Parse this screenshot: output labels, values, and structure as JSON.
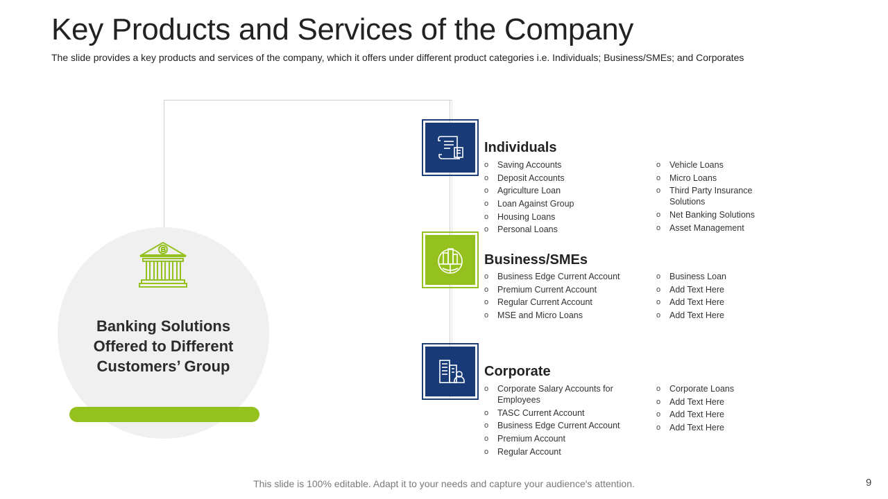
{
  "slide": {
    "title": "Key Products and Services of the Company",
    "subtitle": "The slide provides a key products and services of the company, which it offers under different product categories i.e. Individuals;  Business/SMEs; and Corporates",
    "center_label": "Banking Solutions Offered to Different Customers’ Group",
    "footer": "This slide is 100% editable. Adapt it to your needs and capture your audience's attention.",
    "page_number": "9"
  },
  "colors": {
    "navy": "#183a76",
    "green": "#95c11f",
    "circle_gray": "#f0f0f0"
  },
  "icons": {
    "center": "bank-bitcoin-icon",
    "individuals": "document-scroll-icon",
    "business": "globe-city-icon",
    "corporate": "office-building-person-icon"
  },
  "sections": [
    {
      "title": "Individuals",
      "left_items": [
        "Saving Accounts",
        "Deposit Accounts",
        "Agriculture Loan",
        "Loan Against Group",
        "Housing Loans",
        "Personal Loans"
      ],
      "right_items": [
        "Vehicle Loans",
        "Micro Loans",
        "Third Party Insurance Solutions",
        "Net Banking Solutions",
        "Asset Management"
      ]
    },
    {
      "title": "Business/SMEs",
      "left_items": [
        "Business Edge Current Account",
        "Premium Current Account",
        "Regular Current Account",
        "MSE and Micro Loans"
      ],
      "right_items": [
        "Business Loan",
        "Add Text Here",
        "Add Text Here",
        "Add Text Here"
      ]
    },
    {
      "title": "Corporate",
      "left_items": [
        "Corporate  Salary Accounts for Employees",
        "TASC Current Account",
        "Business Edge Current Account",
        "Premium Account",
        "Regular Account"
      ],
      "right_items": [
        "Corporate  Loans",
        "Add Text Here",
        "Add Text Here",
        "Add Text Here"
      ]
    }
  ]
}
